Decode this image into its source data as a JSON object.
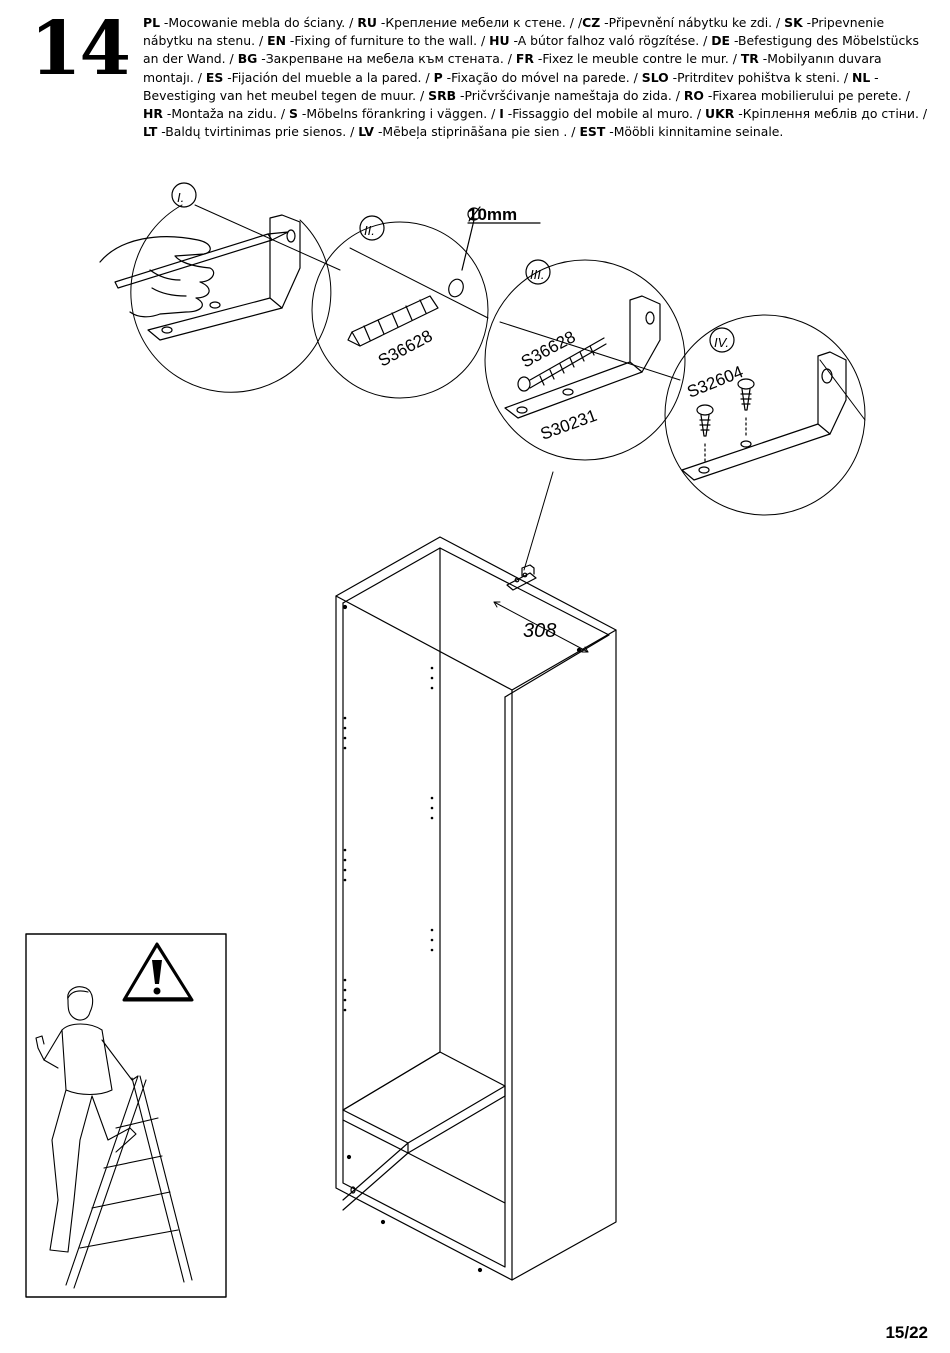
{
  "step_number": "14",
  "instructions": [
    {
      "code": "PL",
      "sep": " -",
      "text": "Mocowanie mebla do ściany. /"
    },
    {
      "code": "RU",
      "sep": " -",
      "text": "Крепление мебели к стене. /"
    },
    {
      "code": "CZ",
      "sep": " -",
      "text": "Připevnění nábytku ke zdi. /",
      "lead": "/"
    },
    {
      "code": "SK",
      "sep": " -",
      "text": "Pripevnenie nábytku na stenu. /"
    },
    {
      "code": "EN",
      "sep": " -",
      "text": "Fixing of furniture to the wall. /"
    },
    {
      "code": "HU",
      "sep": " -",
      "text": "A bútor falhoz való rögzítése. /"
    },
    {
      "code": "DE",
      "sep": " -",
      "text": "Befestigung des Möbelstücks an der Wand. /"
    },
    {
      "code": "BG",
      "sep": " -",
      "text": "Закрепване на мебела към стената. /"
    },
    {
      "code": "FR",
      "sep": " -",
      "text": "Fixez le meuble contre le mur. /"
    },
    {
      "code": "TR",
      "sep": " -",
      "text": "Mobilyanın duvara montajı. /"
    },
    {
      "code": "ES",
      "sep": " -",
      "text": "Fijación del mueble a la pared. /"
    },
    {
      "code": "P",
      "sep": " -",
      "text": "Fixação do móvel na parede. /"
    },
    {
      "code": "SLO",
      "sep": " -",
      "text": "Pritrditev pohištva k steni. /"
    },
    {
      "code": "NL",
      "sep": " -",
      "text": "Bevestiging van het meubel tegen de muur. /"
    },
    {
      "code": "SRB",
      "sep": " -",
      "text": "Pričvršćivanje nameštaja do zida. /"
    },
    {
      "code": "RO",
      "sep": " -",
      "text": "Fixarea mobilierului pe perete. /"
    },
    {
      "code": "HR",
      "sep": " -",
      "text": "Montaža na zidu. /"
    },
    {
      "code": "S",
      "sep": " -",
      "text": "Möbelns förankring i väggen. /"
    },
    {
      "code": "I",
      "sep": " -",
      "text": "Fissaggio del mobile al muro. /"
    },
    {
      "code": "UKR",
      "sep": " -",
      "text": "Кріплення меблів до стіни. /"
    },
    {
      "code": "LT",
      "sep": " -",
      "text": "Baldų tvirtinimas prie sienos. /"
    },
    {
      "code": "LV",
      "sep": " -",
      "text": "Mēbeļa stiprināšana pie sien          . /"
    },
    {
      "code": "EST",
      "sep": " -",
      "text": "Mööbli kinnitamine seinale."
    }
  ],
  "details": {
    "step_1_label": "I.",
    "step_2_label": "II.",
    "step_3_label": "III.",
    "step_4_label": "IV.",
    "drill_diameter": "10mm",
    "wall_plug_code": "S36628",
    "screw_code": "S36628",
    "bracket_code": "S30231",
    "cabinet_screw_code": "S32604"
  },
  "dimension_depth": "308",
  "page_number": "15/22"
}
